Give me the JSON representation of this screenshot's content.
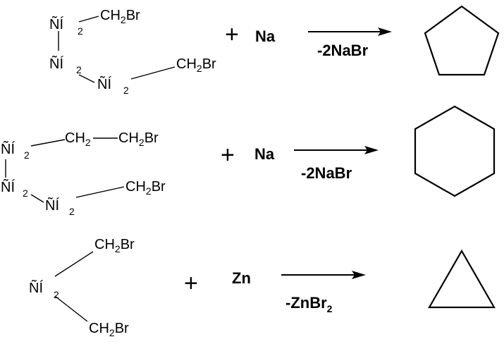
{
  "reactions": [
    {
      "groups": {
        "g1": {
          "main": "ÑÍ",
          "sub": "2"
        },
        "g2": {
          "main": "ÑÍ",
          "sub": "2"
        },
        "g3": {
          "main": "ÑÍ",
          "sub": "2"
        },
        "end1": {
          "pre": "CH",
          "sub": "2",
          "post": "Br"
        },
        "end2": {
          "pre": "CH",
          "sub": "2",
          "post": "Br"
        }
      },
      "plus": "+",
      "reagent": "Na",
      "byproduct": "-2NaBr",
      "product_icon": "cyclopentane-icon"
    },
    {
      "groups": {
        "g1": {
          "main": "ÑÍ",
          "sub": "2"
        },
        "g2": {
          "main": "ÑÍ",
          "sub": "2"
        },
        "g3": {
          "main": "ÑÍ",
          "sub": "2"
        },
        "mid": {
          "pre": "CH",
          "sub": "2",
          "post": ""
        },
        "end1": {
          "pre": "CH",
          "sub": "2",
          "post": "Br"
        },
        "end2": {
          "pre": "CH",
          "sub": "2",
          "post": "Br"
        }
      },
      "plus": "+",
      "reagent": "Na",
      "byproduct": "-2NaBr",
      "product_icon": "cyclohexane-icon"
    },
    {
      "groups": {
        "g1": {
          "main": "ÑÍ",
          "sub": "2"
        },
        "end1": {
          "pre": "CH",
          "sub": "2",
          "post": "Br"
        },
        "end2": {
          "pre": "CH",
          "sub": "2",
          "post": "Br"
        }
      },
      "plus": "+",
      "reagent": "Zn",
      "byproduct": {
        "main": "-ZnBr",
        "sub": "2"
      },
      "product_icon": "cyclopropane-icon"
    }
  ]
}
